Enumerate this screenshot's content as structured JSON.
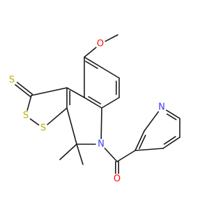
{
  "molecule": {
    "colors": {
      "bond": "#1a1a1a",
      "carbon": "#1a1a1a",
      "sulfur": "#b8b000",
      "nitrogen": "#3a3aff",
      "oxygen": "#ff0d0d"
    },
    "atoms": [
      {
        "id": "a0",
        "element": "C",
        "label": ""
      },
      {
        "id": "a1",
        "element": "O",
        "label": "O"
      },
      {
        "id": "a2",
        "element": "C",
        "label": ""
      },
      {
        "id": "a3",
        "element": "C",
        "label": ""
      },
      {
        "id": "a4",
        "element": "C",
        "label": ""
      },
      {
        "id": "a5",
        "element": "C",
        "label": ""
      },
      {
        "id": "a6",
        "element": "C",
        "label": ""
      },
      {
        "id": "a7",
        "element": "C",
        "label": ""
      },
      {
        "id": "a8",
        "element": "C",
        "label": ""
      },
      {
        "id": "a9",
        "element": "C",
        "label": ""
      },
      {
        "id": "a10",
        "element": "S",
        "label": "S"
      },
      {
        "id": "a11",
        "element": "C",
        "label": ""
      },
      {
        "id": "a12",
        "element": "S",
        "label": "S"
      },
      {
        "id": "a13",
        "element": "S",
        "label": "S"
      },
      {
        "id": "a14",
        "element": "C",
        "label": ""
      },
      {
        "id": "a15",
        "element": "C",
        "label": ""
      },
      {
        "id": "a16",
        "element": "C",
        "label": ""
      },
      {
        "id": "a17",
        "element": "N",
        "label": "N"
      },
      {
        "id": "a18",
        "element": "C",
        "label": ""
      },
      {
        "id": "a19",
        "element": "O",
        "label": "O"
      },
      {
        "id": "a20",
        "element": "C",
        "label": ""
      },
      {
        "id": "a21",
        "element": "C",
        "label": ""
      },
      {
        "id": "a22",
        "element": "N",
        "label": "N"
      },
      {
        "id": "a23",
        "element": "C",
        "label": ""
      },
      {
        "id": "a24",
        "element": "C",
        "label": ""
      },
      {
        "id": "a25",
        "element": "C",
        "label": ""
      }
    ],
    "bonds": [
      {
        "a": "a0",
        "b": "a1",
        "order": 1
      },
      {
        "a": "a1",
        "b": "a2",
        "order": 1
      },
      {
        "a": "a2",
        "b": "a3",
        "order": 2
      },
      {
        "a": "a3",
        "b": "a4",
        "order": 1
      },
      {
        "a": "a4",
        "b": "a5",
        "order": 2
      },
      {
        "a": "a5",
        "b": "a6",
        "order": 1
      },
      {
        "a": "a6",
        "b": "a7",
        "order": 2
      },
      {
        "a": "a7",
        "b": "a2",
        "order": 1
      },
      {
        "a": "a6",
        "b": "a8",
        "order": 1
      },
      {
        "a": "a8",
        "b": "a9",
        "order": 2
      },
      {
        "a": "a8",
        "b": "a11",
        "order": 1
      },
      {
        "a": "a11",
        "b": "a10",
        "order": 2
      },
      {
        "a": "a11",
        "b": "a12",
        "order": 1
      },
      {
        "a": "a12",
        "b": "a13",
        "order": 1
      },
      {
        "a": "a13",
        "b": "a9",
        "order": 1
      },
      {
        "a": "a9",
        "b": "a14",
        "order": 1
      },
      {
        "a": "a14",
        "b": "a15",
        "order": 1
      },
      {
        "a": "a14",
        "b": "a16",
        "order": 1
      },
      {
        "a": "a14",
        "b": "a17",
        "order": 1
      },
      {
        "a": "a17",
        "b": "a5",
        "order": 1
      },
      {
        "a": "a17",
        "b": "a18",
        "order": 1
      },
      {
        "a": "a18",
        "b": "a19",
        "order": 2
      },
      {
        "a": "a18",
        "b": "a20",
        "order": 1
      },
      {
        "a": "a20",
        "b": "a21",
        "order": 2
      },
      {
        "a": "a21",
        "b": "a22",
        "order": 1
      },
      {
        "a": "a22",
        "b": "a23",
        "order": 2
      },
      {
        "a": "a23",
        "b": "a24",
        "order": 1
      },
      {
        "a": "a24",
        "b": "a25",
        "order": 2
      },
      {
        "a": "a25",
        "b": "a20",
        "order": 1
      }
    ]
  }
}
